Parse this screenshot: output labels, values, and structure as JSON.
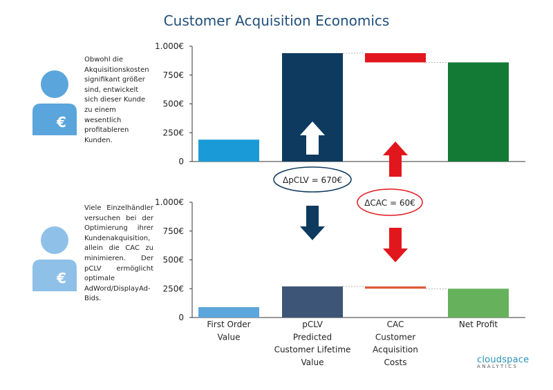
{
  "title": "Customer Acquisition Economics",
  "descriptions": {
    "top": "Obwohl die Akquisitionskosten signifikant größer sind, entwickelt sich dieser Kunde zu einem wesentlich profitableren Kunden.",
    "bottom": "Viele Einzelhändler versuchen bei der Optimierung ihrer Kundenakquisition, allein die CAC zu minimieren. Der pCLV ermöglicht optimale AdWord/DisplayAd-Bids."
  },
  "icons": {
    "customer_top": "customer-euro-icon",
    "customer_bottom": "customer-euro-icon"
  },
  "annotations": {
    "delta_pclv": "ΔpCLV = 670€",
    "delta_cac": "ΔCAC = 60€"
  },
  "colors": {
    "title": "#1f4e79",
    "top_first_order": "#1a9bd7",
    "top_pclv": "#0e3a5f",
    "top_cac": "#e2161d",
    "top_net_profit": "#127a35",
    "bottom_first_order": "#5ba6dc",
    "bottom_pclv": "#3d5577",
    "bottom_cac": "#e05a3a",
    "bottom_net_profit": "#66b15c",
    "arrow_up_pclv": "#ffffff",
    "arrow_down_pclv": "#0e3a5f",
    "arrow_cac": "#e2161d",
    "person_top": "#5aa5dc",
    "person_bottom": "#8fc0e8"
  },
  "chart_data": [
    {
      "type": "bar",
      "subtype": "waterfall",
      "categories": [
        "First Order Value",
        "pCLV Predicted Customer Lifetime Value",
        "CAC Customer Acquisition Costs",
        "Net Profit"
      ],
      "values": [
        190,
        940,
        -80,
        860
      ],
      "ylim": [
        0,
        1000
      ],
      "yticks": [
        "1.000€",
        "750€",
        "500€",
        "250€",
        "0"
      ],
      "grid": false
    },
    {
      "type": "bar",
      "subtype": "waterfall",
      "categories": [
        "First Order Value",
        "pCLV Predicted Customer Lifetime Value",
        "CAC Customer Acquisition Costs",
        "Net Profit"
      ],
      "category_labels": [
        [
          "First Order",
          "Value"
        ],
        [
          "pCLV",
          "Predicted",
          "Customer Lifetime",
          "Value"
        ],
        [
          "CAC",
          "Customer",
          "Acquisition",
          "Costs"
        ],
        [
          "Net Profit"
        ]
      ],
      "values": [
        90,
        270,
        -20,
        250
      ],
      "ylim": [
        0,
        1000
      ],
      "yticks": [
        "1.000€",
        "750€",
        "500€",
        "250€",
        "0"
      ],
      "grid": false
    }
  ],
  "logo": {
    "main": "cloudspace",
    "sub": "ANALYTICS"
  }
}
